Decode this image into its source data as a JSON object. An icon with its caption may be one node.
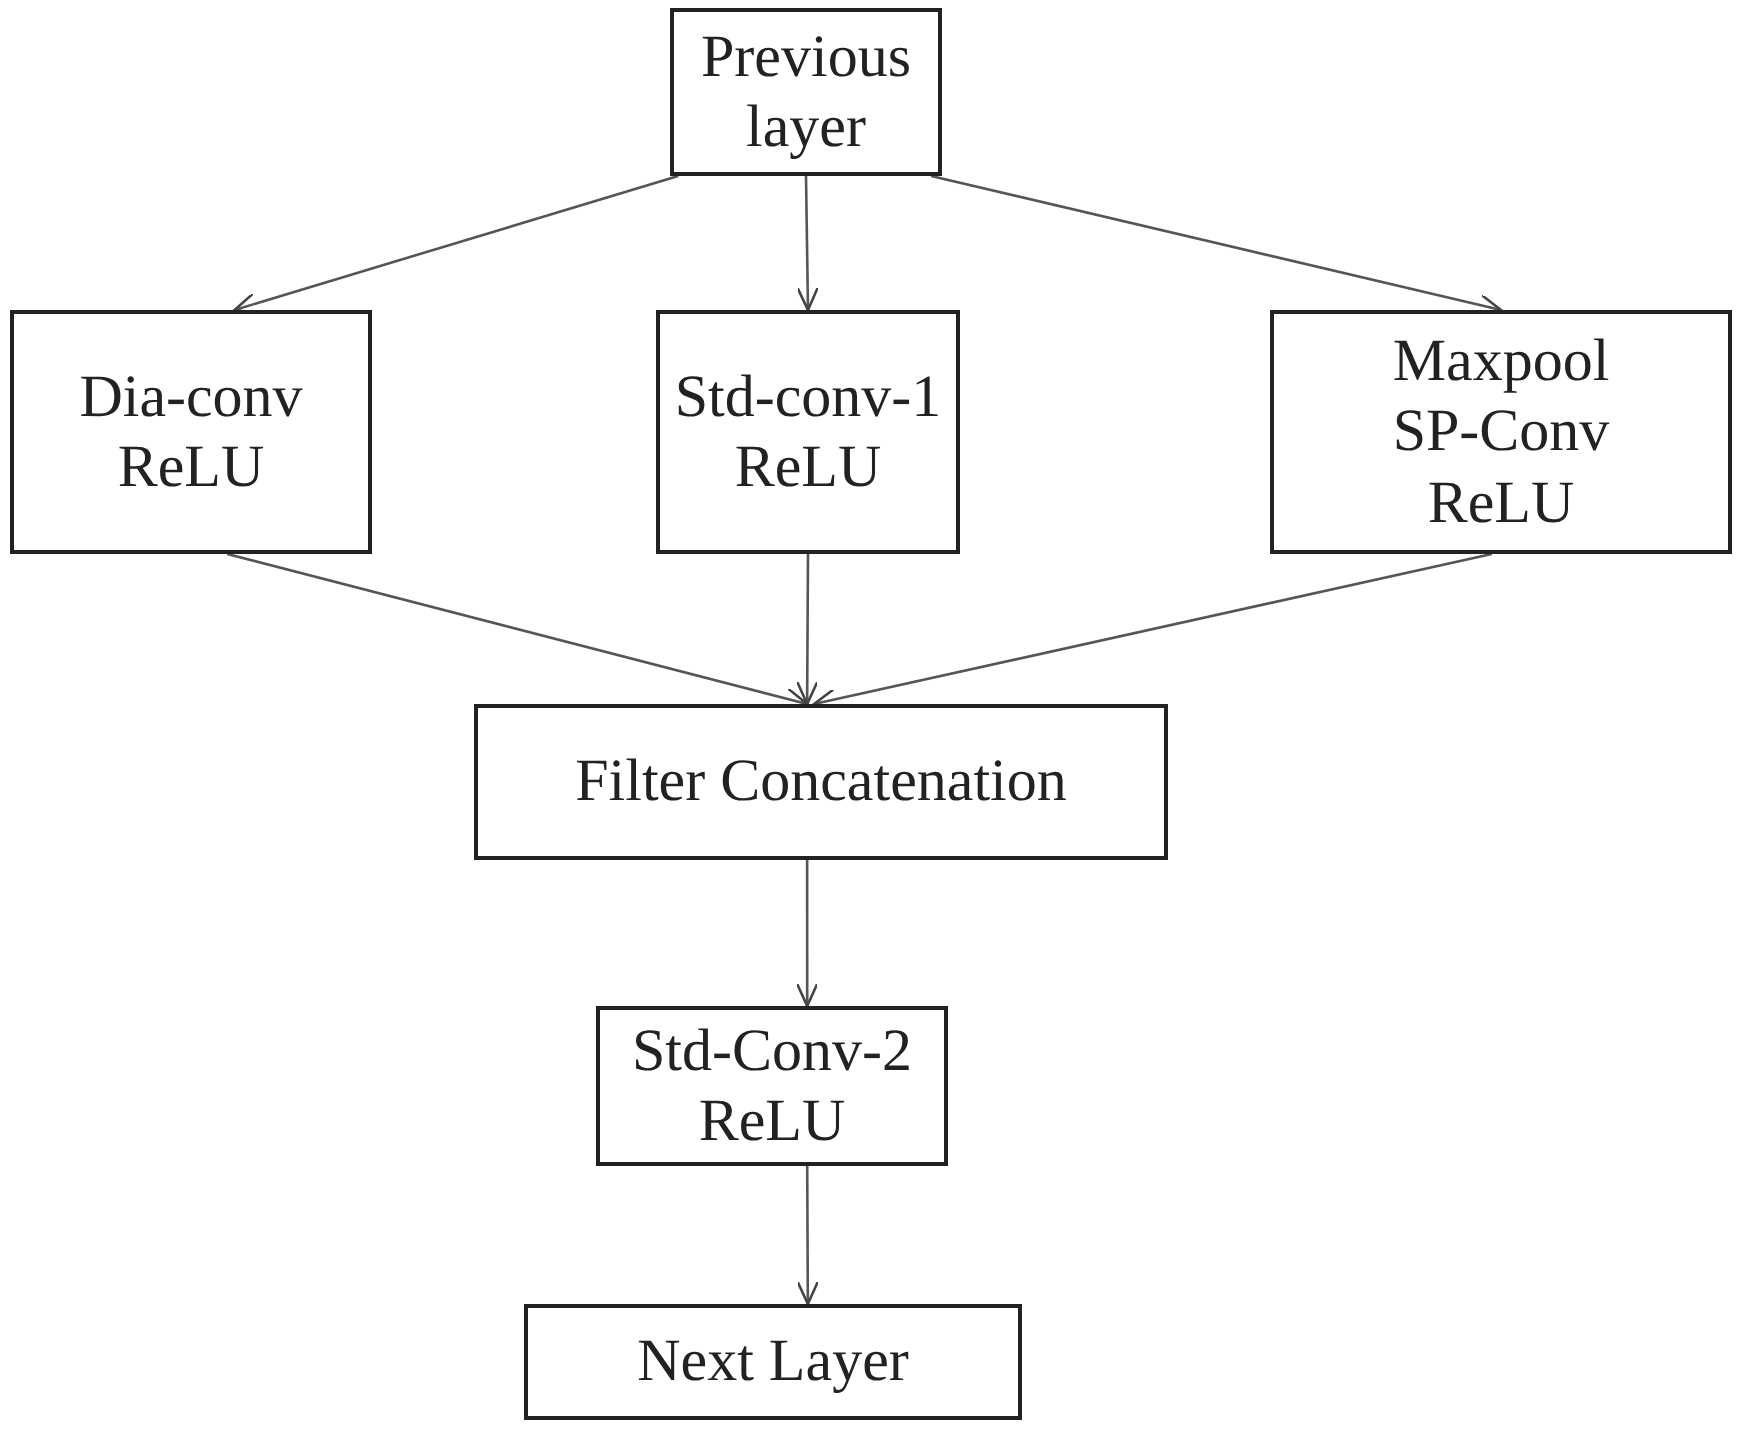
{
  "diagram": {
    "nodes": [
      {
        "text": [
          "Previous layer"
        ]
      },
      {
        "text": [
          "Dia-conv",
          "ReLU"
        ]
      },
      {
        "text": [
          "Std-conv-1",
          "ReLU"
        ]
      },
      {
        "text": [
          "Maxpool",
          "SP-Conv",
          "ReLU"
        ]
      },
      {
        "text": [
          "Filter Concatenation"
        ]
      },
      {
        "text": [
          "Std-Conv-2",
          "ReLU"
        ]
      },
      {
        "text": [
          "Next Layer"
        ]
      }
    ],
    "edges": [
      {
        "from": 0,
        "to": 1,
        "arrow": "to"
      },
      {
        "from": 0,
        "to": 2,
        "arrow": "to"
      },
      {
        "from": 0,
        "to": 3,
        "arrow": "to"
      },
      {
        "from": 1,
        "to": 4,
        "arrow": "to"
      },
      {
        "from": 2,
        "to": 4,
        "arrow": "to"
      },
      {
        "from": 3,
        "to": 4,
        "arrow": "to"
      },
      {
        "from": 4,
        "to": 5,
        "arrow": "to"
      },
      {
        "from": 5,
        "to": 6,
        "arrow": "to"
      }
    ]
  }
}
